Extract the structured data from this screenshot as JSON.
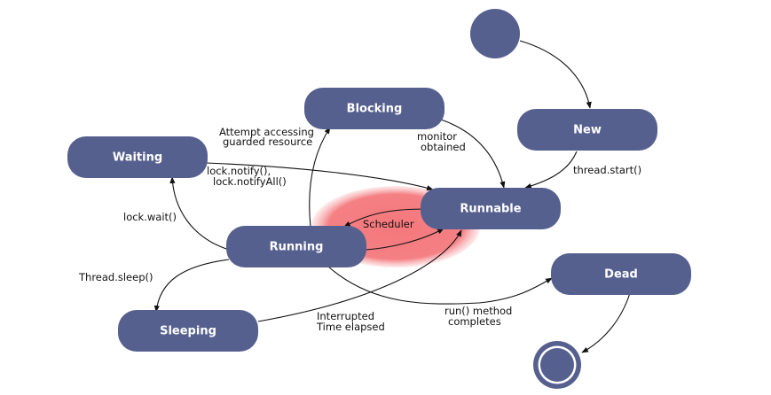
{
  "colors": {
    "state_fill": "#56608f",
    "state_text": "#ffffff",
    "highlight": "#f4777b",
    "line": "#111111"
  },
  "states": {
    "new": "New",
    "runnable": "Runnable",
    "running": "Running",
    "blocking": "Blocking",
    "waiting": "Waiting",
    "sleeping": "Sleeping",
    "dead": "Dead"
  },
  "transitions": {
    "thread_start": "thread.start()",
    "monitor_obtained": [
      "monitor",
      "obtained"
    ],
    "attempt_accessing": [
      "Attempt accessing",
      "guarded resource"
    ],
    "lock_notify": [
      "lock.notify(),",
      "lock.notifyAll()"
    ],
    "lock_wait": "lock.wait()",
    "scheduler": "Scheduler",
    "thread_sleep": "Thread.sleep()",
    "interrupted": [
      "Interrupted",
      "Time elapsed"
    ],
    "run_completes": [
      "run() method",
      "completes"
    ]
  }
}
